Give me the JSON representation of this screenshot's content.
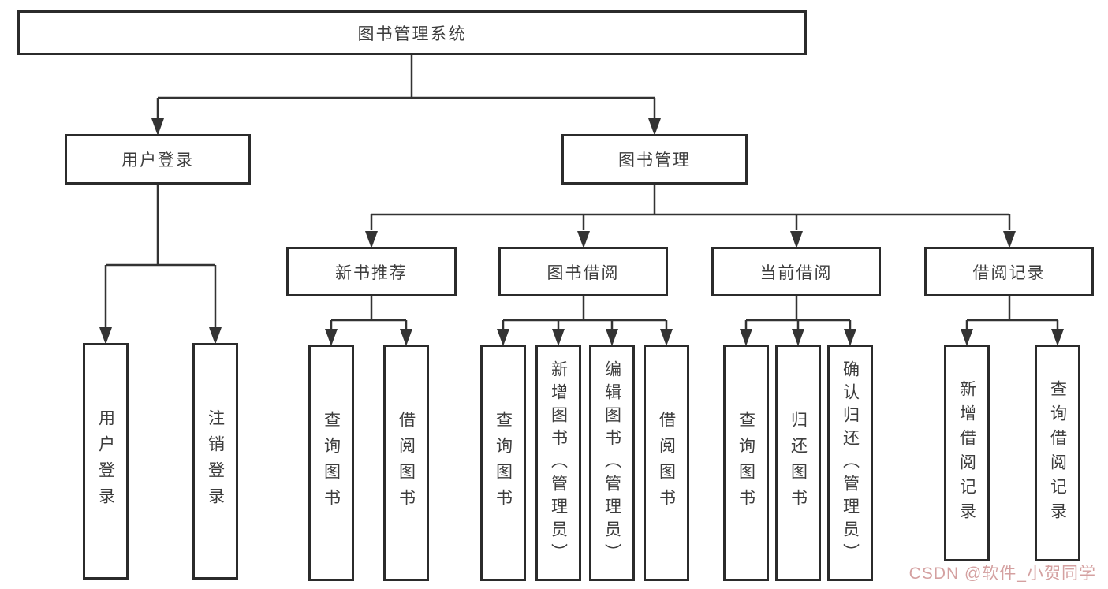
{
  "diagram": {
    "title": "图书管理系统",
    "branches": {
      "user_login": {
        "label": "用户登录",
        "children": [
          "用户登录",
          "注销登录"
        ]
      },
      "book_management": {
        "label": "图书管理",
        "children": {
          "new_book_recommendation": {
            "label": "新书推荐",
            "children": [
              "查询图书",
              "借阅图书"
            ]
          },
          "book_borrowing": {
            "label": "图书借阅",
            "children": [
              "查询图书",
              "新增图书（管理员）",
              "编辑图书（管理员）",
              "借阅图书"
            ]
          },
          "current_borrowing": {
            "label": "当前借阅",
            "children": [
              "查询图书",
              "归还图书",
              "确认归还（管理员）"
            ]
          },
          "borrowing_records": {
            "label": "借阅记录",
            "children": [
              "新增借阅记录",
              "查询借阅记录"
            ]
          }
        }
      }
    }
  },
  "watermark": {
    "text": "CSDN @软件_小贺同学",
    "color": "#d4a0a0"
  },
  "style_colors": {
    "line": "#333333",
    "box_border": "#2b2b2b",
    "text": "#3d3d3d",
    "background": "#ffffff"
  }
}
